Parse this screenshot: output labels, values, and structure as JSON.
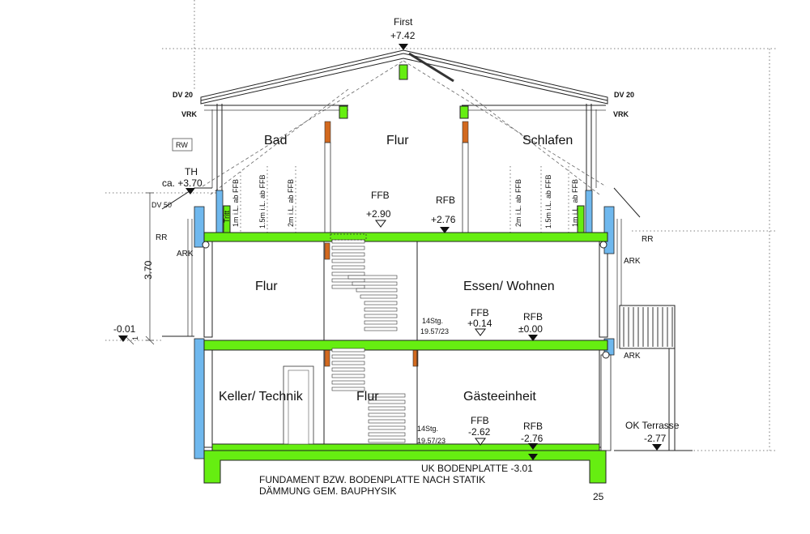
{
  "levels": {
    "first": {
      "label": "First",
      "value": "+7.42"
    },
    "th": {
      "label": "TH",
      "value": "ca. +3.70"
    },
    "dv20_left": "DV 20",
    "dv20_right": "DV 20",
    "vrk_left": "VRK",
    "vrk_right": "VRK",
    "rw": "RW",
    "dv50": "DV 50",
    "rr_left": "RR",
    "rr_right": "RR",
    "ark_left": "ARK",
    "ark_right_upper": "ARK",
    "ark_right_lower": "ARK",
    "dim_height": "3.70",
    "minus001": "-0.01",
    "one": "1",
    "attic_ffb": {
      "label": "FFB",
      "value": "+2.90"
    },
    "attic_rfb": {
      "label": "RFB",
      "value": "+2.76"
    },
    "ground_ffb": {
      "label": "FFB",
      "value": "+0.14"
    },
    "ground_rfb": {
      "label": "RFB",
      "value": "±0.00"
    },
    "base_ffb": {
      "label": "FFB",
      "value": "-2.62"
    },
    "base_rfb": {
      "label": "RFB",
      "value": "-2.76"
    },
    "terrace": {
      "label": "OK Terrasse",
      "value": "-2.77"
    },
    "stairs_upper": {
      "count": "14Stg.",
      "ratio": "19.57/23"
    },
    "stairs_lower": {
      "count": "14Stg.",
      "ratio": "19.57/23"
    },
    "slab_bottom": "UK BODENPLATTE -3.01",
    "page_number": "25"
  },
  "rooms": {
    "bad": "Bad",
    "flur_attic": "Flur",
    "schlafen": "Schlafen",
    "flur_ground": "Flur",
    "essen": "Essen/ Wohnen",
    "keller": "Keller/ Technik",
    "flur_base": "Flur",
    "gaeste": "Gästeeinheit"
  },
  "kneewall_marks": {
    "tritt": "Tritt",
    "m1": "1m i.L. ab FFB",
    "m15": "1.5m i.L. ab FFB",
    "m2": "2m i.L. ab FFB"
  },
  "notes": {
    "line1": "FUNDAMENT BZW. BODENPLATTE NACH STATIK",
    "line2": "DÄMMUNG GEM. BAUPHYSIK"
  },
  "colors": {
    "slab": "#66ee11",
    "insulation": "#6fb8ee",
    "timber": "#d2691e"
  }
}
